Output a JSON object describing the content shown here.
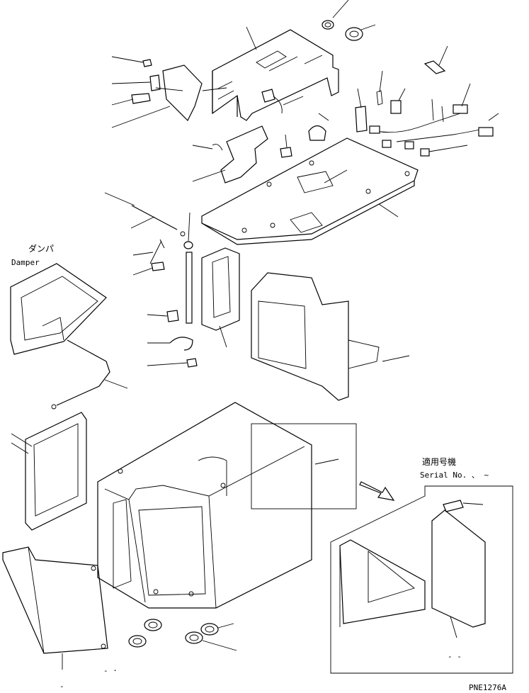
{
  "labels": {
    "damper_jp": "ダンパ",
    "damper_en": "Damper",
    "serial_jp": "適用号機",
    "serial_en": "Serial No.  、 ~",
    "drawing_code": "PNE1276A",
    "inset_marks": "- -",
    "bottom_mark_a": "-",
    "bottom_mark_b": "- ·"
  }
}
